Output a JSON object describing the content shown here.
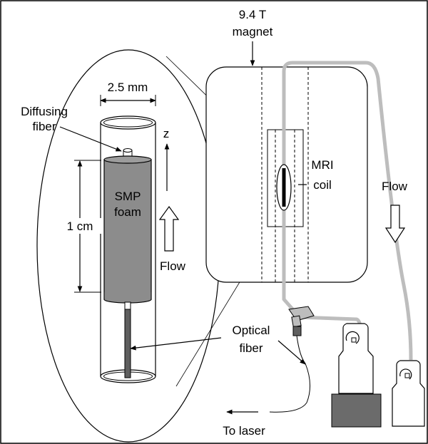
{
  "labels": {
    "magnet_line1": "9.4 T",
    "magnet_line2": "magnet",
    "width": "2.5 mm",
    "diffusing_line1": "Diffusing",
    "diffusing_line2": "fiber",
    "z_axis": "z",
    "length": "1 cm",
    "smp_line1": "SMP",
    "smp_line2": "foam",
    "flow_left": "Flow",
    "mri_line1": "MRI",
    "mri_line2": "coil",
    "flow_right": "Flow",
    "optical_line1": "Optical",
    "optical_line2": "fiber",
    "to_laser": "To laser"
  },
  "colors": {
    "foam": "#8c8c8c",
    "tubing": "#bdbdbd",
    "optical_fiber": "#5f5f5f",
    "block": "#6b6b6b",
    "outline": "#000000"
  }
}
